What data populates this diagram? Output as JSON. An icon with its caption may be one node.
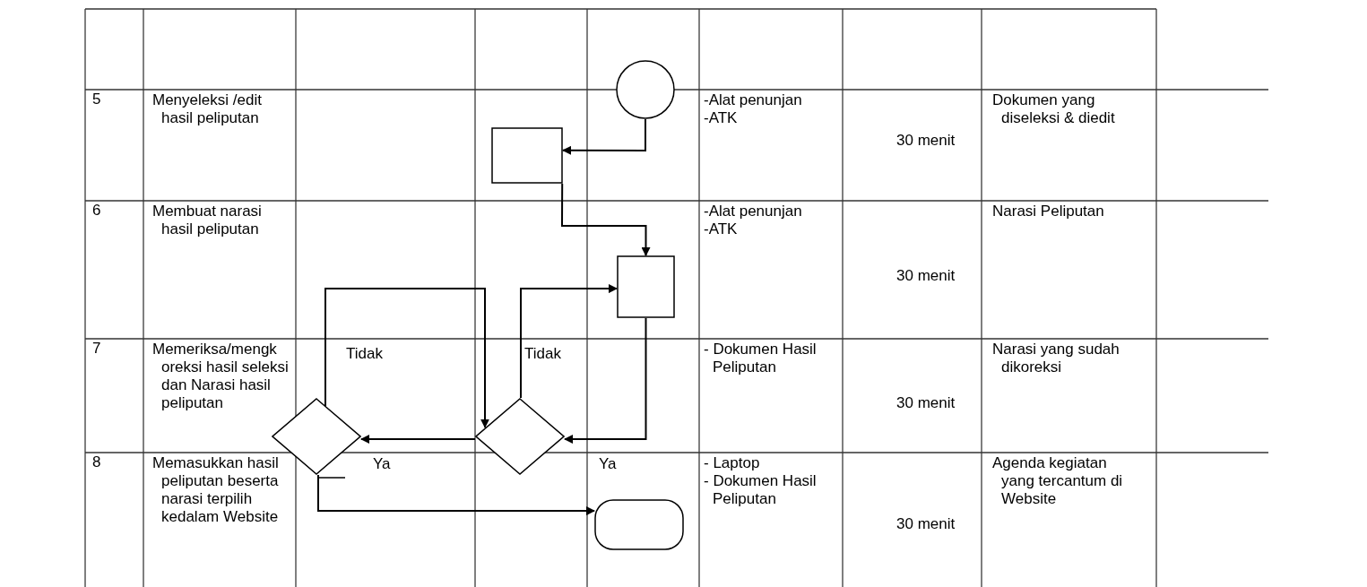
{
  "diagram": {
    "nodes": [
      {
        "text": [],
        "shape": "circle"
      },
      {
        "text": [],
        "shape": "box"
      },
      {
        "text": [],
        "shape": "box"
      },
      {
        "text": [],
        "shape": "diamond"
      },
      {
        "text": [],
        "shape": "diamond"
      },
      {
        "text": [],
        "shape": "capsule"
      }
    ],
    "edges": [
      {
        "from": 0,
        "to": 1,
        "arrow": "to"
      },
      {
        "from": 1,
        "to": 2,
        "arrow": "to"
      },
      {
        "from": 2,
        "to": 4,
        "arrow": "to"
      },
      {
        "from": 4,
        "to": 2,
        "arrow": "to",
        "label": "Tidak"
      },
      {
        "from": 4,
        "to": 3,
        "arrow": "to",
        "label": "Ya"
      },
      {
        "from": 3,
        "to": 4,
        "arrow": "to",
        "label": "Tidak"
      },
      {
        "from": 3,
        "to": 5,
        "arrow": "to"
      }
    ],
    "labels": [
      "5",
      "Menyeleksi /edit hasil peliputan",
      "-Alat penunjan",
      "-ATK",
      "30 menit",
      "Dokumen yang diseleksi & diedit",
      "6",
      "Membuat narasi hasil peliputan",
      "-Alat penunjan",
      "-ATK",
      "30 menit",
      "Narasi Peliputan",
      "7",
      "Memeriksa/mengk oreksi hasil seleksi dan Narasi hasil peliputan",
      "- Dokumen Hasil Peliputan",
      "30 menit",
      "Narasi yang sudah dikoreksi",
      "8",
      "Memasukkan hasil peliputan beserta narasi terpilih kedalam Website",
      "- Laptop",
      "- Dokumen Hasil Peliputan",
      "30 menit",
      "Agenda kegiatan yang tercantum di Website",
      "Ya"
    ]
  }
}
